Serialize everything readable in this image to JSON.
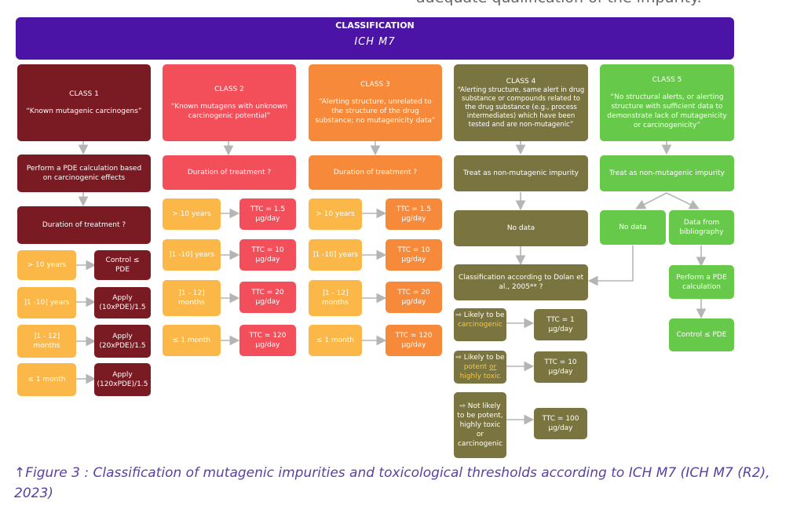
{
  "top_fragment": "adequate qualification of the impurity.",
  "header": {
    "title": "CLASSIFICATION",
    "subtitle": "ICH M7"
  },
  "class1": {
    "title": "CLASS 1",
    "desc": "“Known mutagenic carcinogens”",
    "step": "Perform a PDE calculation based on carcinogenic effects",
    "duration": "Duration of treatment ?",
    "rows": [
      {
        "label": "> 10 years",
        "result": "Control ≤ PDE"
      },
      {
        "label": "]1 -10] years",
        "result": "Apply (10xPDE)/1.5"
      },
      {
        "label": "]1 - 12] months",
        "result": "Apply (20xPDE)/1.5"
      },
      {
        "label": "≤ 1 month",
        "result": "Apply (120xPDE)/1.5"
      }
    ]
  },
  "class2": {
    "title": "CLASS 2",
    "desc": "“Known mutagens with unknown carcinogenic potential”",
    "duration": "Duration of treatment ?",
    "rows": [
      {
        "label": "> 10 years",
        "result": "TTC = 1.5 µg/day"
      },
      {
        "label": "]1 -10] years",
        "result": "TTC = 10 µg/day"
      },
      {
        "label": "]1 - 12] months",
        "result": "TTC = 20 µg/day"
      },
      {
        "label": "≤ 1 month",
        "result": "TTC = 120 µg/day"
      }
    ]
  },
  "class3": {
    "title": "CLASS 3",
    "desc": "“Alerting structure, unrelated to the structure of the drug substance; no mutagenicity data”",
    "duration": "Duration of treatment ?",
    "rows": [
      {
        "label": "> 10 years",
        "result": "TTC = 1.5 µg/day"
      },
      {
        "label": "]1 -10] years",
        "result": "TTC = 10 µg/day"
      },
      {
        "label": "]1 - 12] months",
        "result": "TTC = 20 µg/day"
      },
      {
        "label": "≤ 1 month",
        "result": "TTC = 120 µg/day"
      }
    ]
  },
  "class4": {
    "title": "CLASS 4",
    "desc": "“Alerting structure, same alert in drug substance or compounds related to the drug substance (e.g., process intermediates) which have been tested and are non-mutagenic”",
    "treat": "Treat as non-mutagenic impurity",
    "nodata": "No data",
    "dolan": "Classification according to Dolan et al., 2005** ?",
    "likely_carc": {
      "prefix": "⇨ Likely to be",
      "highlight": "carcinogenic",
      "result": "TTC = 1 µg/day"
    },
    "likely_potent": {
      "prefix": "⇨ Likely to be",
      "highlight1": "potent",
      "or": "or",
      "highlight2": "highly toxic",
      "result": "TTC = 10 µg/day"
    },
    "not_likely": {
      "text": "⇨ Not likely to be potent, highly toxic or carcinogenic",
      "result": "TTC = 100 µg/day"
    }
  },
  "class5": {
    "title": "CLASS 5",
    "desc": "“No structural alerts, or alerting structure with sufficient data to demonstrate lack of mutagenicity or carcinogenicity”",
    "treat": "Treat as non-mutagenic impurity",
    "nodata": "No data",
    "biblio": "Data from bibliography",
    "pde": "Perform a PDE calculation",
    "control": "Control ≤ PDE"
  },
  "caption": "↑Figure 3 : Classification of mutagenic impurities and toxicological thresholds according to ICH M7 (ICH M7 (R2), 2023)",
  "colors": {
    "header": "#4b14a6",
    "class1": "#7a1a22",
    "class2": "#f24f5a",
    "class3": "#f7893b",
    "class4": "#7a7540",
    "class5": "#67c94a",
    "duration_box": "#fbb848",
    "arrow": "#b5b5b5",
    "caption": "#5b3fa3"
  }
}
